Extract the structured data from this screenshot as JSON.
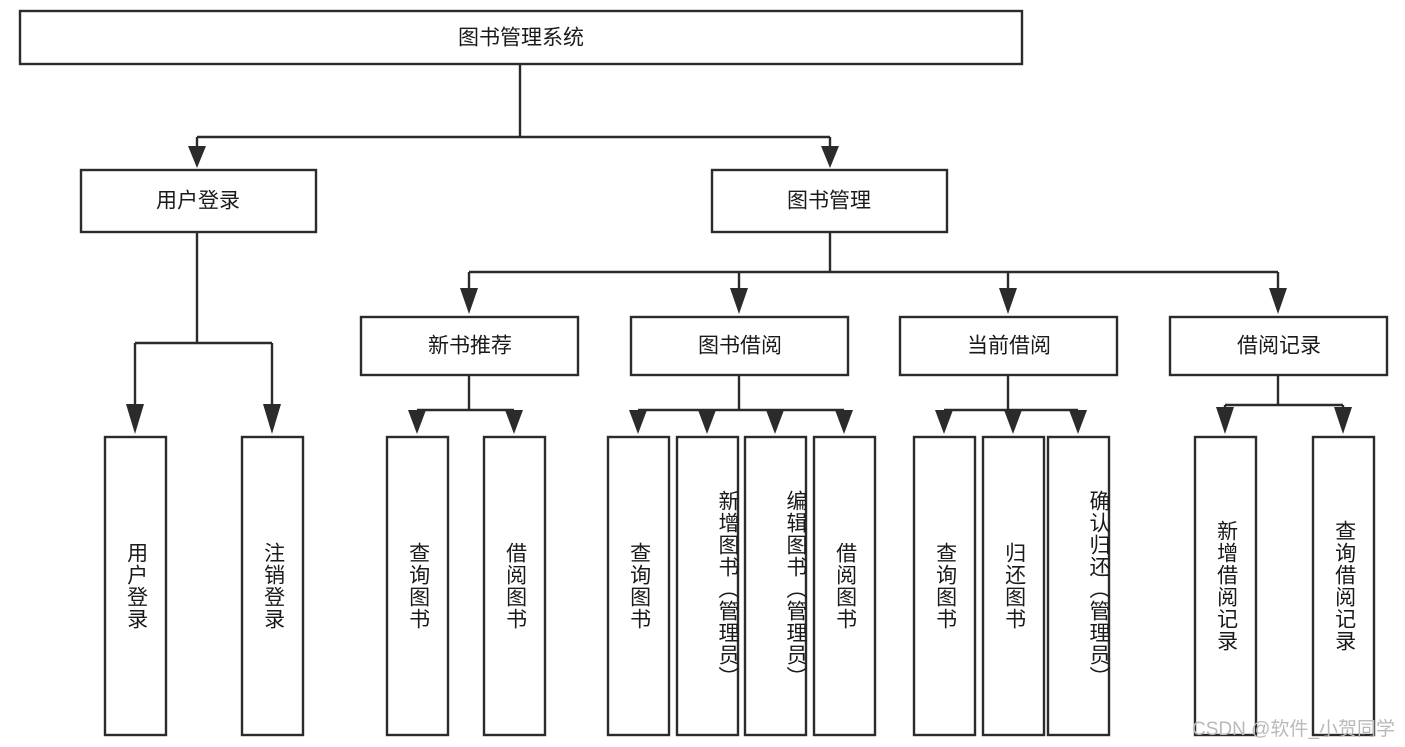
{
  "diagram": {
    "title": "图书管理系统",
    "type": "hierarchy-tree",
    "watermark": "CSDN @软件_小贺同学",
    "colors": {
      "box_stroke": "#2b2b2b",
      "box_fill": "#ffffff",
      "connector": "#2b2b2b",
      "text": "#1a1a1a",
      "watermark": "#b9b9b9",
      "background": "#ffffff"
    },
    "levels": {
      "root": {
        "label": "图书管理系统"
      },
      "level2": [
        {
          "label": "用户登录"
        },
        {
          "label": "图书管理"
        }
      ],
      "level3": [
        {
          "label": "新书推荐"
        },
        {
          "label": "图书借阅"
        },
        {
          "label": "当前借阅"
        },
        {
          "label": "借阅记录"
        }
      ],
      "leaves": {
        "user_login": [
          {
            "label": "用户登录"
          },
          {
            "label": "注销登录"
          }
        ],
        "new_book_recommend": [
          {
            "label": "查询图书"
          },
          {
            "label": "借阅图书"
          }
        ],
        "book_borrow": [
          {
            "label": "查询图书"
          },
          {
            "label": "新增图书（管理员）"
          },
          {
            "label": "编辑图书（管理员）"
          },
          {
            "label": "借阅图书"
          }
        ],
        "current_borrow": [
          {
            "label": "查询图书"
          },
          {
            "label": "归还图书"
          },
          {
            "label": "确认归还（管理员）"
          }
        ],
        "borrow_record": [
          {
            "label": "新增借阅记录"
          },
          {
            "label": "查询借阅记录"
          }
        ]
      }
    }
  }
}
